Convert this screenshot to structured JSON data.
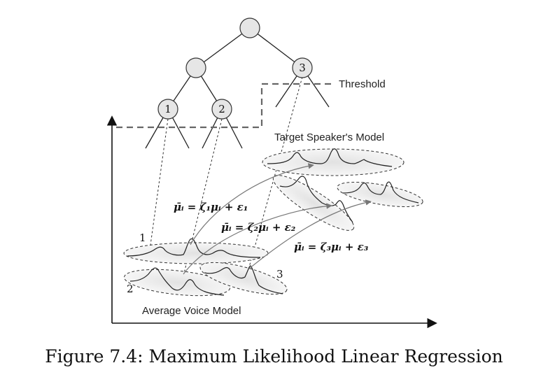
{
  "labels": {
    "threshold": "Threshold",
    "target_model": "Target Speaker's Model",
    "average_model": "Average Voice Model"
  },
  "tree_nodes": [
    {
      "label": ""
    },
    {
      "label": ""
    },
    {
      "label": "3"
    },
    {
      "label": "1"
    },
    {
      "label": "2"
    }
  ],
  "cluster_numbers": [
    "1",
    "2",
    "3"
  ],
  "equations": [
    "μ̄ᵢ = ζ₁μᵢ + ε₁",
    "μ̄ᵢ = ζ₂μᵢ + ε₂",
    "μ̄ᵢ = ζ₃μᵢ + ε₃"
  ],
  "caption": "Figure 7.4: Maximum Likelihood Linear Regression",
  "colors": {
    "node_fill": "#e6e6e6",
    "ellipse_fill": "#ebebeb",
    "line": "#222222",
    "threshold": "#666666",
    "arrow": "#777777"
  }
}
